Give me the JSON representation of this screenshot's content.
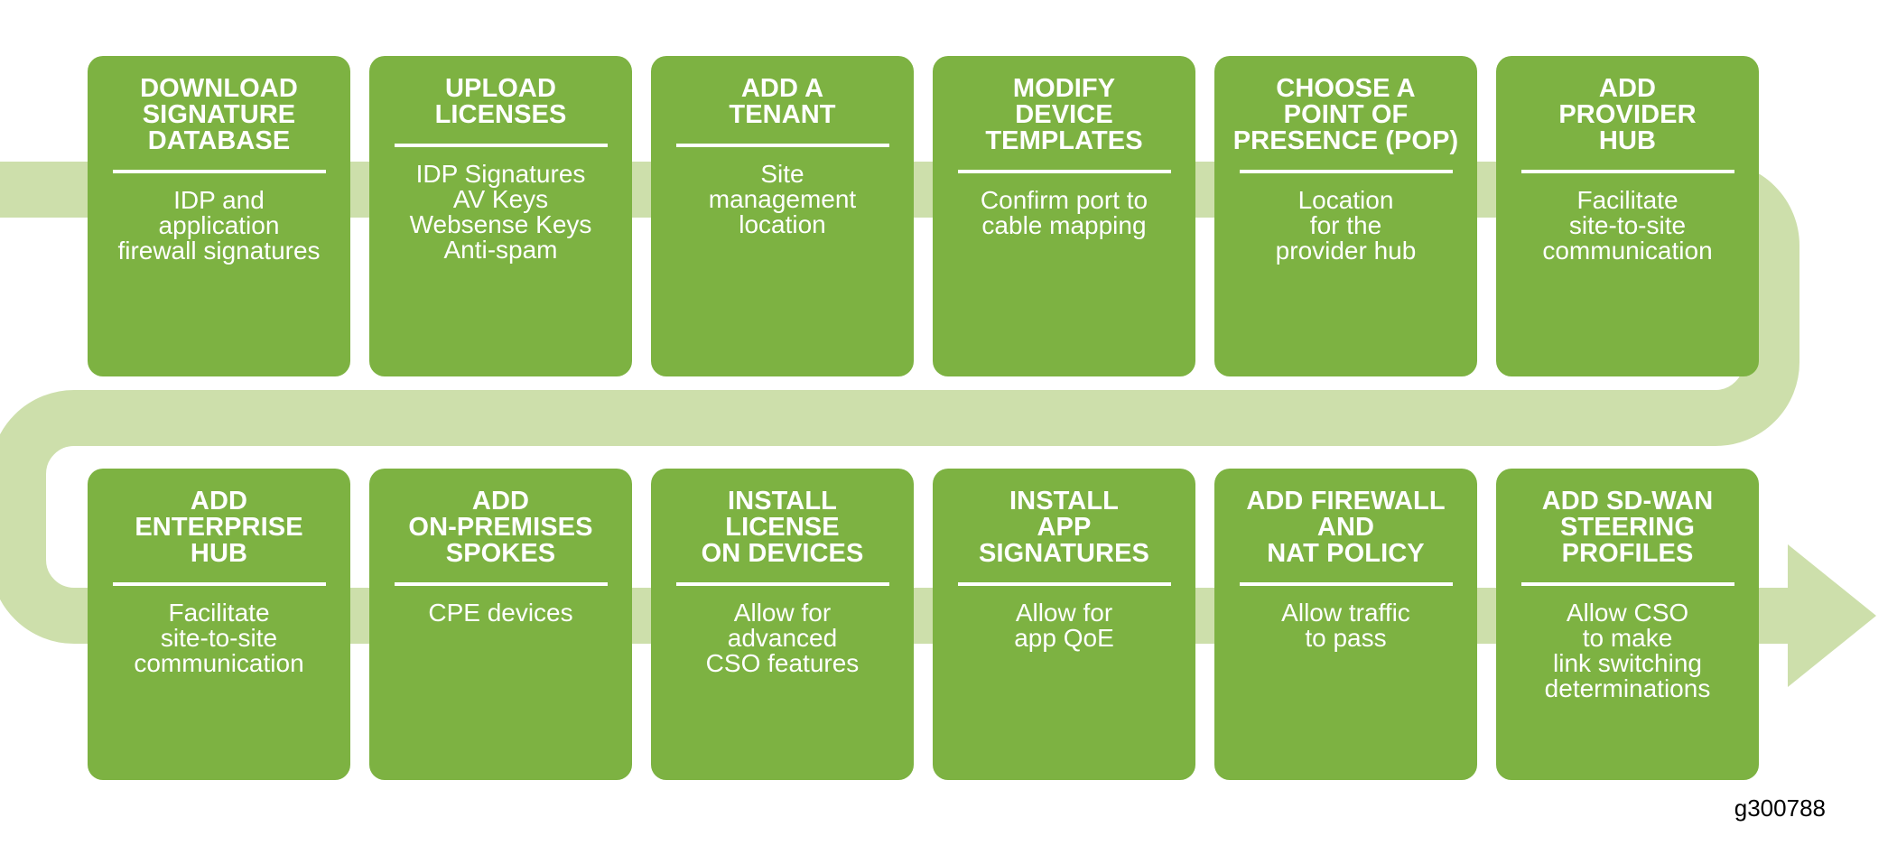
{
  "figure": {
    "caption": "g300788",
    "colors": {
      "card_green": "#7DB242",
      "band_pale_green": "#CDDFAB",
      "card_text": "#FFFFFF",
      "caption_text": "#000000",
      "background": "#FFFFFF"
    }
  },
  "flow": {
    "direction": "left-to-right, serpentine (top row then bottom row)",
    "arrowhead": "right-pointing-arrowhead",
    "rows": [
      {
        "row_name": "top-row",
        "cards": [
          {
            "title": "DOWNLOAD\nSIGNATURE\nDATABASE",
            "description": "IDP and\napplication\nfirewall signatures"
          },
          {
            "title": "UPLOAD\nLICENSES",
            "description": "IDP Signatures\nAV Keys\nWebsense Keys\nAnti-spam"
          },
          {
            "title": "ADD A\nTENANT",
            "description": "Site\nmanagement\nlocation"
          },
          {
            "title": "MODIFY\nDEVICE\nTEMPLATES",
            "description": "Confirm port to\ncable mapping"
          },
          {
            "title": "CHOOSE A\nPOINT OF\nPRESENCE (POP)",
            "description": "Location\nfor the\nprovider hub"
          },
          {
            "title": "ADD\nPROVIDER\nHUB",
            "description": "Facilitate\nsite-to-site\ncommunication"
          }
        ]
      },
      {
        "row_name": "bottom-row",
        "cards": [
          {
            "title": "ADD\nENTERPRISE\nHUB",
            "description": "Facilitate\nsite-to-site\ncommunication"
          },
          {
            "title": "ADD\nON-PREMISES\nSPOKES",
            "description": "CPE devices"
          },
          {
            "title": "INSTALL\nLICENSE\nON DEVICES",
            "description": "Allow for\nadvanced\nCSO features"
          },
          {
            "title": "INSTALL\nAPP\nSIGNATURES",
            "description": "Allow for\napp QoE"
          },
          {
            "title": "ADD FIREWALL\nAND\nNAT POLICY",
            "description": "Allow traffic\nto pass"
          },
          {
            "title": "ADD SD-WAN\nSTEERING\nPROFILES",
            "description": "Allow CSO\nto make\nlink switching\ndeterminations"
          }
        ]
      }
    ]
  }
}
